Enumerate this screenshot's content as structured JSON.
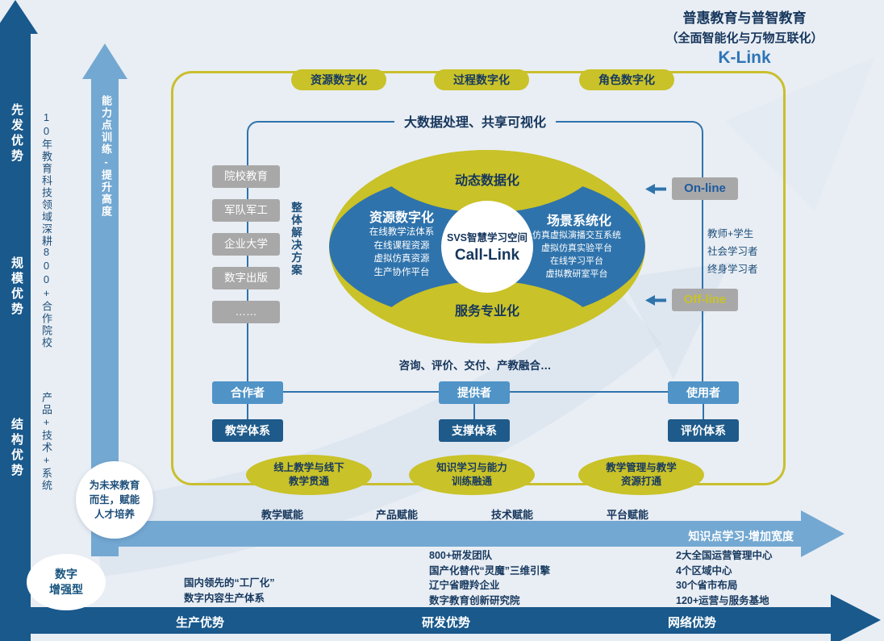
{
  "header": {
    "line1": "普惠教育与普智教育",
    "line2": "（全面智能化与万物互联化）",
    "brand": "K-Link"
  },
  "left_axis": {
    "labels": [
      "先发优势",
      "规模优势",
      "结构优势"
    ],
    "annotations": [
      "10年教育科技领域深耕",
      "800+合作院校",
      "产品+技术+系统"
    ]
  },
  "vertical_arrow": {
    "label": "能力点训练-提升高度"
  },
  "horizontal_arrow": {
    "label": "知识点学习-增加宽度",
    "ticks": [
      "教学赋能",
      "产品赋能",
      "技术赋能",
      "平台赋能"
    ]
  },
  "bottom_bar": [
    "生产优势",
    "研发优势",
    "网络优势"
  ],
  "top_pills": [
    "资源数字化",
    "过程数字化",
    "角色数字化"
  ],
  "inner_frame": {
    "top_label": "大数据处理、共享可视化",
    "bottom_label": "咨询、评价、交付、产教融合…"
  },
  "left_boxes": [
    "院校教育",
    "军队军工",
    "企业大学",
    "数字出版",
    "……"
  ],
  "solution_note": "整体解决方案",
  "core": {
    "top": "动态数据化",
    "bottom": "服务专业化",
    "left": {
      "title": "资源数字化",
      "items": [
        "在线教学法体系",
        "在线课程资源",
        "虚拟仿真资源",
        "生产协作平台"
      ]
    },
    "right": {
      "title": "场景系统化",
      "items": [
        "仿真虚拟演播交互系统",
        "虚拟仿真实验平台",
        "在线学习平台",
        "虚拟教研室平台"
      ]
    },
    "center": {
      "line1": "SVS智慧学习空间",
      "line2": "Call-Link"
    }
  },
  "online_label": "On-line",
  "offline_label": "Off-line",
  "users_note": [
    "教师+学生",
    "社会学习者",
    "终身学习者"
  ],
  "roles": [
    "合作者",
    "提供者",
    "使用者"
  ],
  "systems": [
    "教学体系",
    "支撑体系",
    "评价体系"
  ],
  "bridge_ellipses": [
    {
      "line1": "线上教学与线下",
      "line2": "教学贯通"
    },
    {
      "line1": "知识学习与能力",
      "line2": "训练融通"
    },
    {
      "line1": "教学管理与教学",
      "line2": "资源打通"
    }
  ],
  "mission_circle": {
    "line1": "为未来教育",
    "line2": "而生，赋能",
    "line3": "人才培养"
  },
  "type_badge": {
    "line1": "数字",
    "line2": "增强型"
  },
  "bottom_columns": [
    {
      "lines": [
        "国内领先的“工厂化”",
        "数字内容生产体系"
      ]
    },
    {
      "lines": [
        "800+研发团队",
        "国产化替代“灵魔”三维引擎",
        "辽宁省瞪羚企业",
        "数字教育创新研究院"
      ]
    },
    {
      "lines": [
        "2大全国运营管理中心",
        "4个区域中心",
        "30个省市布局",
        "120+运营与服务基地"
      ]
    }
  ],
  "colors": {
    "background": "#e9eef4",
    "dark_bar": "#19598c",
    "light_arrow": "#73a8d2",
    "yellow": "#c9c228",
    "petal_blue": "#2f73ac",
    "role_blue": "#4f93c7",
    "system_blue": "#1e5a8a",
    "navy_text": "#16365c",
    "gray_box": "#a8a8a8",
    "brand_blue": "#2e75b6"
  }
}
